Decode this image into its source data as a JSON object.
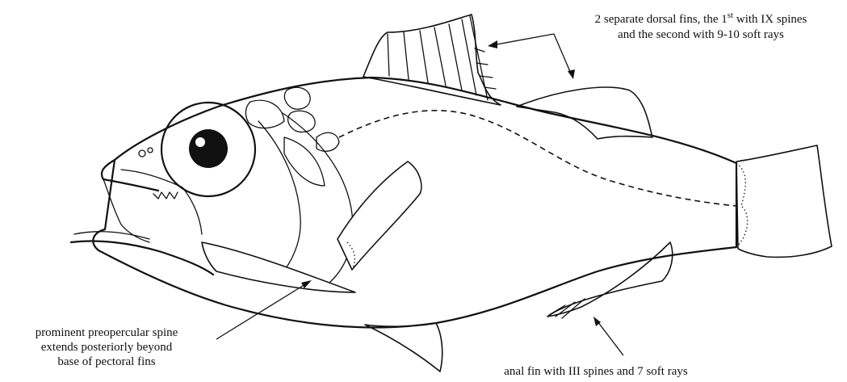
{
  "annotations": {
    "dorsal": {
      "line1_pre": "2 separate dorsal fins, the 1",
      "line1_sup": "st",
      "line1_post": " with IX spines",
      "line2": "and the second with 9-10 soft rays"
    },
    "preopercular": {
      "line1": "prominent preopercular spine",
      "line2": "extends posteriorly beyond",
      "line3": "base of pectoral fins"
    },
    "anal": {
      "line1": "anal fin with III spines and 7 soft rays"
    }
  }
}
